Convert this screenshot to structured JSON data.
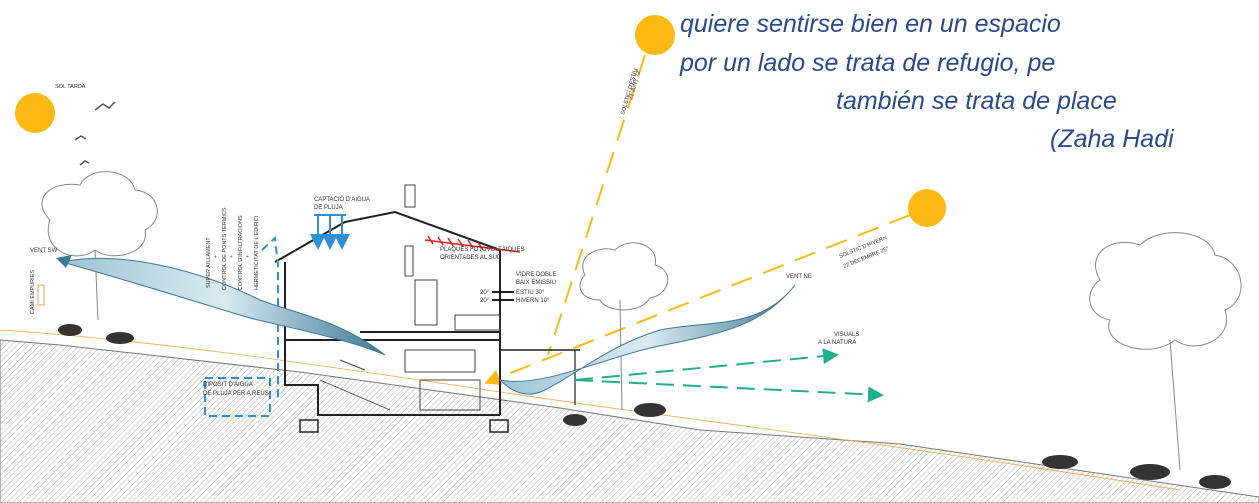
{
  "quote": {
    "line1": "quiere sentirse bien en un espacio",
    "line2": "por un lado se trata de refugio, pe",
    "line3": "también se trata de place",
    "line4": "(Zaha Hadi"
  },
  "labels": {
    "sol_tarda": "SOL TARDA",
    "solstici_estiu_1": "SOLSTICI D'ESTIU",
    "solstici_estiu_2": "21 JUNY  72°",
    "solstici_hivern_1": "SOLSTIC D'HIVERN",
    "solstici_hivern_2": "22 DECEMBRE  25°",
    "vent_sw": "VENT SW",
    "vent_ne": "VENT NE",
    "cami": "CAMÍ EMPURIES",
    "captacio_1": "CAPTACIÓ D'AIGUA",
    "captacio_2": "DE PLUJA",
    "plaques_1": "PLAQUES FOTOVOLTÀIQUES",
    "plaques_2": "ORIENTADES AL SUD",
    "vidre_1": "VIDRE DOBLE",
    "vidre_2": "BAIX EMISSIU",
    "estiu": "ESTIU 30°",
    "hivern": "HIVERN 10°",
    "deg20a": "20°",
    "deg20b": "20°",
    "visuals_1": "VISUALS",
    "visuals_2": "A LA NATURA",
    "diposit_1": "DIPOSIT D'AIGUA",
    "diposit_2": "DE PLUJA PER A REÚS",
    "v_super": "SUPER AILLAMENT",
    "v_plus1": "+",
    "v_ponts": "CONTROL DE PONTS TÈRMICS",
    "v_plus2": "+",
    "v_infil": "CONTROL D'INFILTRACIONS",
    "v_plus3": "+",
    "v_herm": "HERMETICITAT DE L'EDIFICI"
  },
  "colors": {
    "sun": "#FDB913",
    "quote": "#2a4a8c",
    "wind": "#3d7896",
    "rain": "#2f8fd6",
    "visual": "#1fb08a",
    "solar_panel": "#e02020",
    "ground_line": "#f2a64a"
  }
}
